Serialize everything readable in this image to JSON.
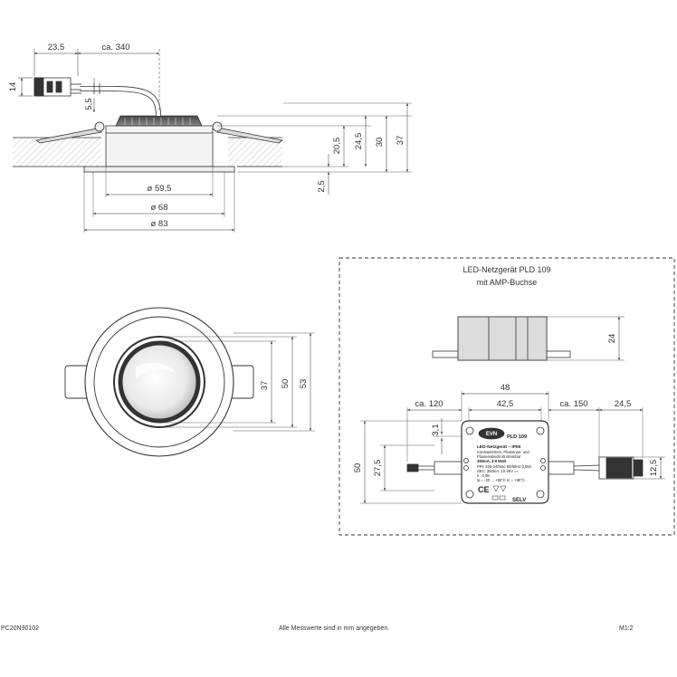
{
  "top_view": {
    "dims": {
      "cable_clip": "23,5",
      "cable_length": "ca. 340",
      "clip_height": "14",
      "cable_offset": "5,5",
      "d_inner": "ø 59,5",
      "d_mid": "ø 68",
      "d_outer": "ø 83",
      "h1": "20,5",
      "h2": "24,5",
      "h3": "30",
      "h4": "37",
      "flange": "2,5"
    }
  },
  "front_view": {
    "dims": {
      "d37": "37",
      "d50": "50",
      "d53": "53"
    }
  },
  "driver": {
    "title_line1": "LED-Netzgerät PLD 109",
    "title_line2": "mit AMP-Buchse",
    "side_height": "24",
    "width_total": "48",
    "width_body": "42,5",
    "cable_in": "ca. 120",
    "cable_out": "ca. 150",
    "plug_len": "24,5",
    "plug_h": "12,5",
    "height_total": "50",
    "height_inner": "27,5",
    "offset": "3,1",
    "label": {
      "brand": "EVN",
      "model": "PLD 109",
      "header": "LED-Netzgerät  –  IP65",
      "line1": "Konstantstrom, Phasenan- und",
      "line2": "Phasenabschnitt dimmbar",
      "line3": "350mA, 3-9 Watt",
      "line4": "PRI: 220-240Vac  50/60Hz 0,06A",
      "line5": "SEC: 350mA, 10-26V ==",
      "line6": "λ : 0,95",
      "line7": "ta = -20 ... +50°C  tc = +80°C",
      "selv": "SELV",
      "ce": "CE"
    }
  },
  "footer": {
    "code": "PC20N90102",
    "note": "Alle Messwerte sind in mm angegeben.",
    "scale": "M1:2"
  }
}
